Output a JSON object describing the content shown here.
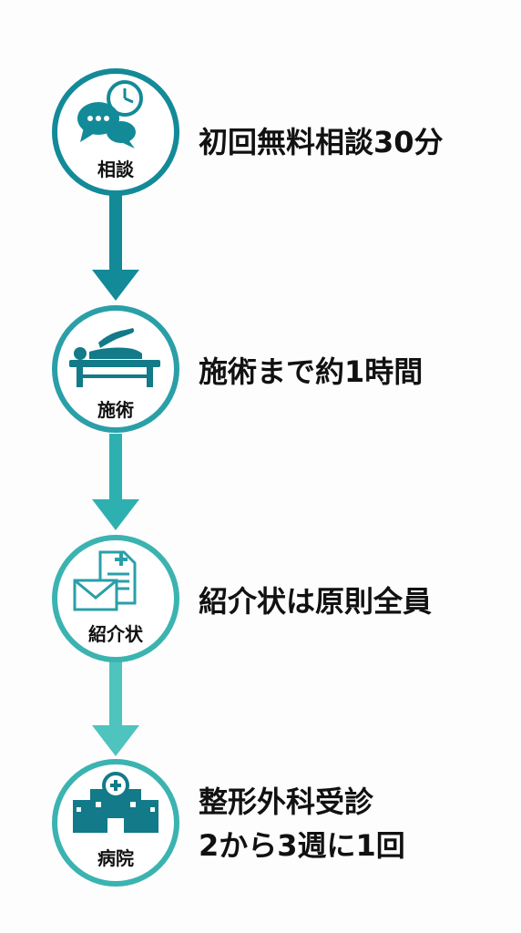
{
  "steps": [
    {
      "id": "consult",
      "circle_label": "相談",
      "text_lines": [
        "初回無料相談30分"
      ],
      "icon": "chat-clock-icon"
    },
    {
      "id": "treatment",
      "circle_label": "施術",
      "text_lines": [
        "施術まで約1時間"
      ],
      "icon": "massage-table-icon"
    },
    {
      "id": "referral",
      "circle_label": "紹介状",
      "text_lines": [
        "紹介状は原則全員"
      ],
      "icon": "letter-document-icon"
    },
    {
      "id": "hospital",
      "circle_label": "病院",
      "text_lines": [
        "整形外科受診",
        "2から3週に1回"
      ],
      "icon": "hospital-icon"
    }
  ],
  "colors": {
    "dark_teal": "#138a98",
    "mid_teal": "#2fb0b0",
    "light_teal": "#4fc3bd",
    "icon_dark": "#127a88",
    "text": "#111111"
  }
}
